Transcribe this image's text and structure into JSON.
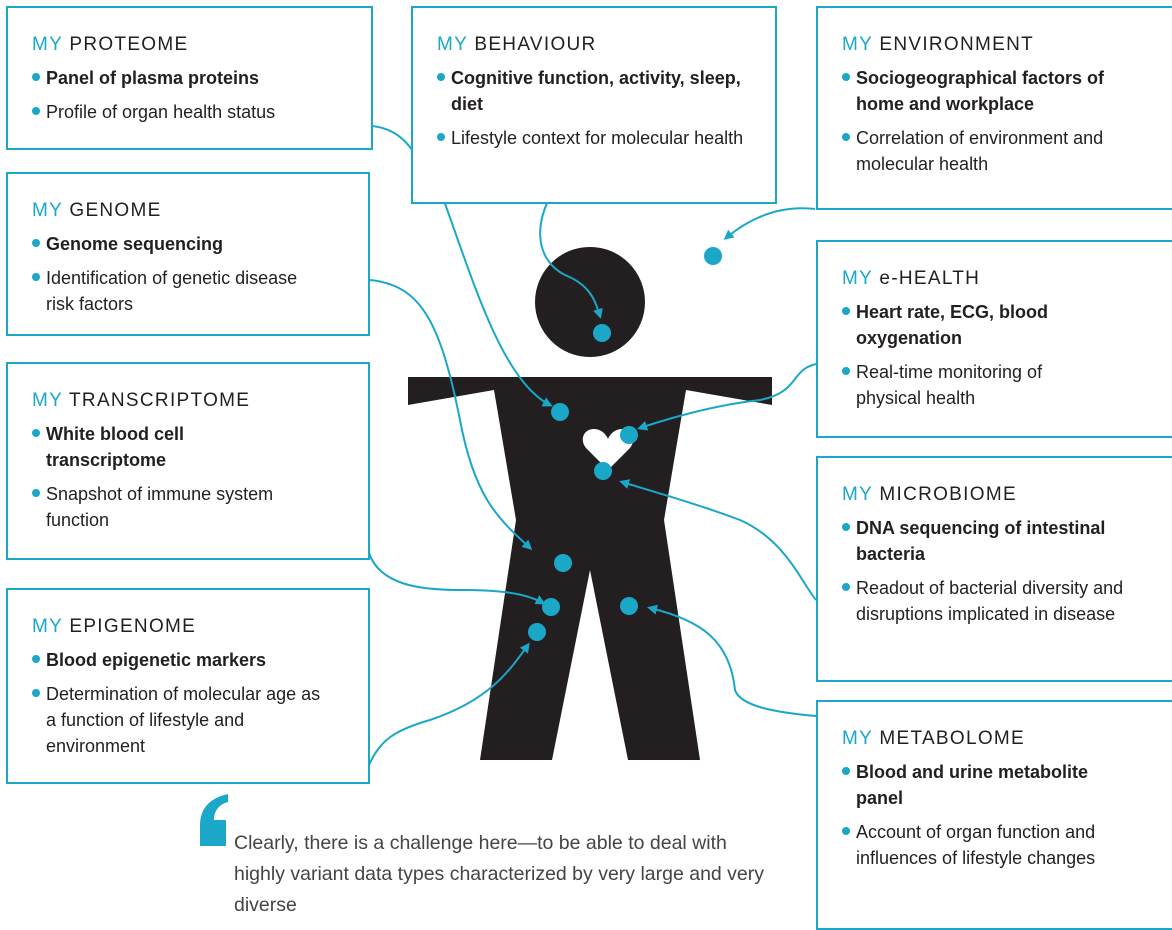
{
  "boxes": {
    "proteome": {
      "my": "MY",
      "name": "PROTEOME",
      "items": [
        "Panel of plasma proteins",
        "Profile of organ health status"
      ]
    },
    "behaviour": {
      "my": "MY",
      "name": "BEHAVIOUR",
      "items": [
        "Cognitive function, activity, sleep, diet",
        "Lifestyle context for molecular health"
      ]
    },
    "environment": {
      "my": "MY",
      "name": "ENVIRONMENT",
      "items": [
        "Sociogeographical factors of home and workplace",
        "Correlation of environment and molecular health"
      ]
    },
    "genome": {
      "my": "MY",
      "name": "GENOME",
      "items": [
        "Genome sequencing",
        "Identification of genetic disease risk factors"
      ]
    },
    "ehealth": {
      "my": "MY",
      "name": "e-HEALTH",
      "items": [
        "Heart rate, ECG, blood oxygenation",
        "Real-time monitoring of physical health"
      ]
    },
    "transcriptome": {
      "my": "MY",
      "name": "TRANSCRIPTOME",
      "items": [
        "White blood cell transcriptome",
        "Snapshot of immune system function"
      ]
    },
    "microbiome": {
      "my": "MY",
      "name": "MICROBIOME",
      "items": [
        "DNA sequencing of intestinal bacteria",
        "Readout of bacterial diversity and disruptions implicated in disease"
      ]
    },
    "epigenome": {
      "my": "MY",
      "name": "EPIGENOME",
      "items": [
        "Blood epigenetic markers",
        "Determination of molecular age as a function of lifestyle and environment"
      ]
    },
    "metabolome": {
      "my": "MY",
      "name": "METABOLOME",
      "items": [
        "Blood and urine metabolite panel",
        "Account of organ function and influences of lifestyle changes"
      ]
    }
  },
  "quote": {
    "text": "Clearly, there is a challenge here—to be able to deal with highly variant data types characterized by very large and very diverse"
  },
  "colors": {
    "accent": "#1aa7c8",
    "figure": "#231f20"
  }
}
